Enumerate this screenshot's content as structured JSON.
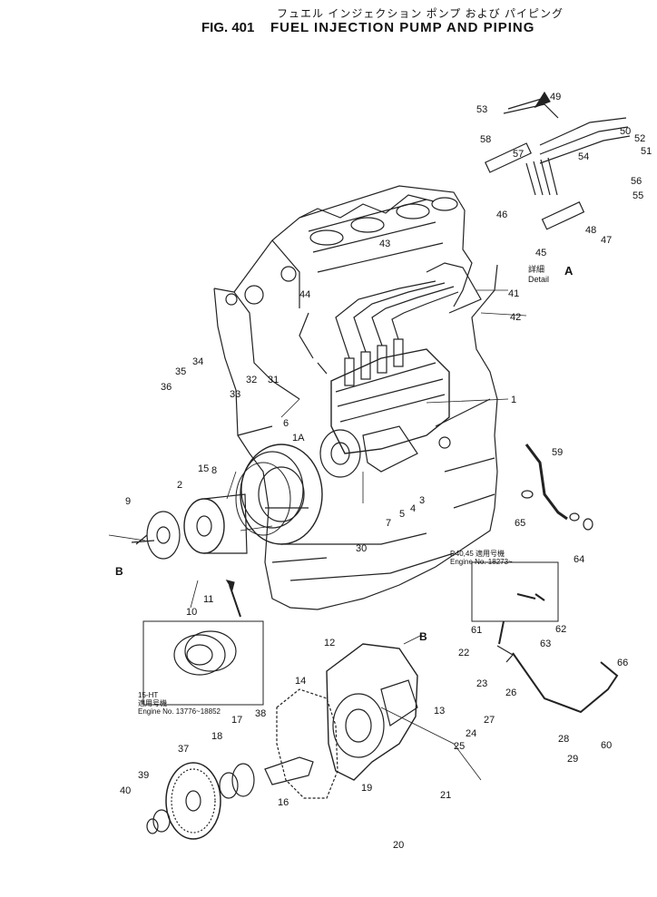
{
  "header": {
    "title_jp": "フュエル インジェクション ポンプ および パイピング",
    "fig_number": "FIG. 401",
    "title_en": "FUEL INJECTION PUMP AND PIPING"
  },
  "detail": {
    "label_jp": "詳細",
    "label_en": "Detail",
    "letter": "A"
  },
  "notes": {
    "serial_jp": "適用号機",
    "serial_range_right": "Engine No. 18273~",
    "model_right": "D40,45",
    "model_left": "15-HT",
    "serial_range_left": "Engine No. 13776~18852"
  },
  "view_markers": [
    "B",
    "B"
  ],
  "part_numbers": [
    "1",
    "1A",
    "2",
    "3",
    "4",
    "5",
    "6",
    "7",
    "8",
    "9",
    "10",
    "11",
    "12",
    "13",
    "14",
    "15",
    "16",
    "17",
    "18",
    "19",
    "20",
    "21",
    "22",
    "23",
    "24",
    "25",
    "26",
    "27",
    "28",
    "29",
    "30",
    "31",
    "32",
    "33",
    "34",
    "35",
    "36",
    "37",
    "38",
    "39",
    "40",
    "41",
    "42",
    "43",
    "44",
    "45",
    "46",
    "47",
    "48",
    "49",
    "50",
    "51",
    "52",
    "53",
    "54",
    "55",
    "56",
    "57",
    "58",
    "59",
    "60",
    "61",
    "62",
    "63",
    "64",
    "65",
    "66"
  ]
}
